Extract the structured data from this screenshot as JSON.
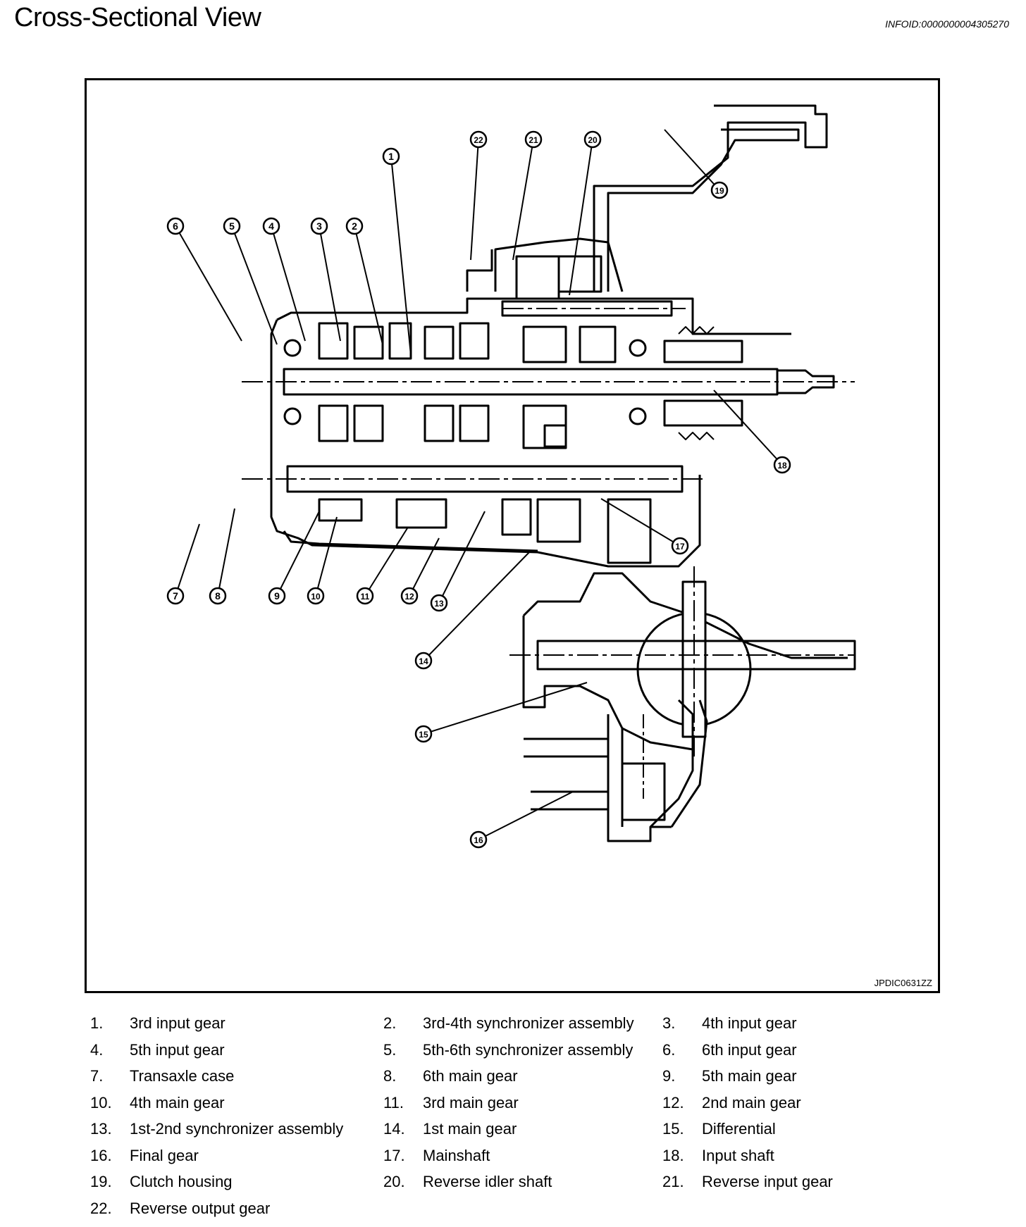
{
  "header": {
    "title": "Cross-Sectional View",
    "info_id": "INFOID:0000000004305270"
  },
  "figure": {
    "code": "JPDIC0631ZZ",
    "callouts": [
      "1",
      "2",
      "3",
      "4",
      "5",
      "6",
      "7",
      "8",
      "9",
      "10",
      "11",
      "12",
      "13",
      "14",
      "15",
      "16",
      "17",
      "18",
      "19",
      "20",
      "21",
      "22"
    ]
  },
  "legend": [
    {
      "num": "1.",
      "label": "3rd input gear"
    },
    {
      "num": "2.",
      "label": "3rd-4th synchronizer assembly"
    },
    {
      "num": "3.",
      "label": "4th input gear"
    },
    {
      "num": "4.",
      "label": "5th input gear"
    },
    {
      "num": "5.",
      "label": "5th-6th synchronizer assembly"
    },
    {
      "num": "6.",
      "label": "6th input gear"
    },
    {
      "num": "7.",
      "label": "Transaxle case"
    },
    {
      "num": "8.",
      "label": "6th main gear"
    },
    {
      "num": "9.",
      "label": "5th main gear"
    },
    {
      "num": "10.",
      "label": "4th main gear"
    },
    {
      "num": "11.",
      "label": "3rd main gear"
    },
    {
      "num": "12.",
      "label": "2nd main gear"
    },
    {
      "num": "13.",
      "label": "1st-2nd synchronizer assembly"
    },
    {
      "num": "14.",
      "label": "1st main gear"
    },
    {
      "num": "15.",
      "label": "Differential"
    },
    {
      "num": "16.",
      "label": "Final gear"
    },
    {
      "num": "17.",
      "label": "Mainshaft"
    },
    {
      "num": "18.",
      "label": "Input shaft"
    },
    {
      "num": "19.",
      "label": "Clutch housing"
    },
    {
      "num": "20.",
      "label": "Reverse idler shaft"
    },
    {
      "num": "21.",
      "label": "Reverse input gear"
    },
    {
      "num": "22.",
      "label": "Reverse output gear"
    }
  ]
}
